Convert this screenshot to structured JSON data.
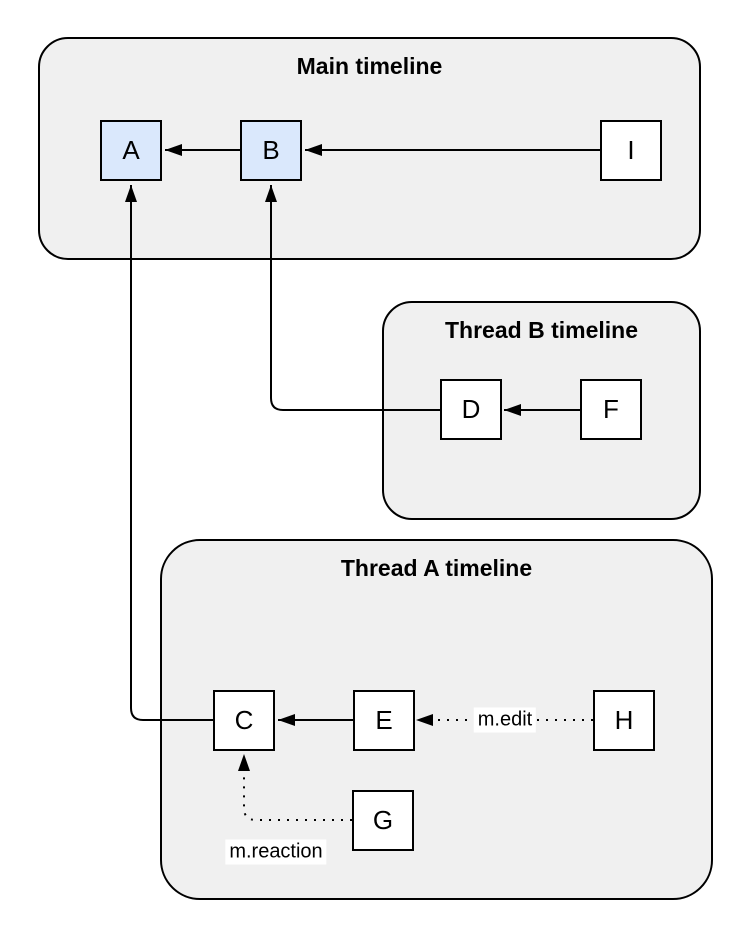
{
  "diagram": {
    "containers": [
      {
        "title": "Main timeline",
        "nodes": [
          "A",
          "B",
          "I"
        ]
      },
      {
        "title": "Thread B timeline",
        "nodes": [
          "D",
          "F"
        ]
      },
      {
        "title": "Thread A timeline",
        "nodes": [
          "C",
          "E",
          "H",
          "G"
        ]
      }
    ],
    "nodes": [
      {
        "label": "A",
        "highlighted": true
      },
      {
        "label": "B",
        "highlighted": true
      },
      {
        "label": "I",
        "highlighted": false
      },
      {
        "label": "D",
        "highlighted": false
      },
      {
        "label": "F",
        "highlighted": false
      },
      {
        "label": "C",
        "highlighted": false
      },
      {
        "label": "E",
        "highlighted": false
      },
      {
        "label": "H",
        "highlighted": false
      },
      {
        "label": "G",
        "highlighted": false
      }
    ],
    "edges": [
      {
        "from": "B",
        "to": "A",
        "style": "solid",
        "label": ""
      },
      {
        "from": "I",
        "to": "B",
        "style": "solid",
        "label": ""
      },
      {
        "from": "F",
        "to": "D",
        "style": "solid",
        "label": ""
      },
      {
        "from": "D",
        "to": "B",
        "style": "solid",
        "label": ""
      },
      {
        "from": "E",
        "to": "C",
        "style": "solid",
        "label": ""
      },
      {
        "from": "C",
        "to": "A",
        "style": "solid",
        "label": ""
      },
      {
        "from": "H",
        "to": "E",
        "style": "dotted",
        "label": "m.edit"
      },
      {
        "from": "G",
        "to": "C",
        "style": "dotted",
        "label": "m.reaction"
      }
    ],
    "colors": {
      "container_fill": "#f0f0f0",
      "container_border": "#000000",
      "node_fill": "#ffffff",
      "node_highlight_fill": "#dae8fc",
      "node_border": "#000000",
      "connector": "#000000",
      "label_background": "#ffffff",
      "page_background": "#ffffff"
    }
  }
}
